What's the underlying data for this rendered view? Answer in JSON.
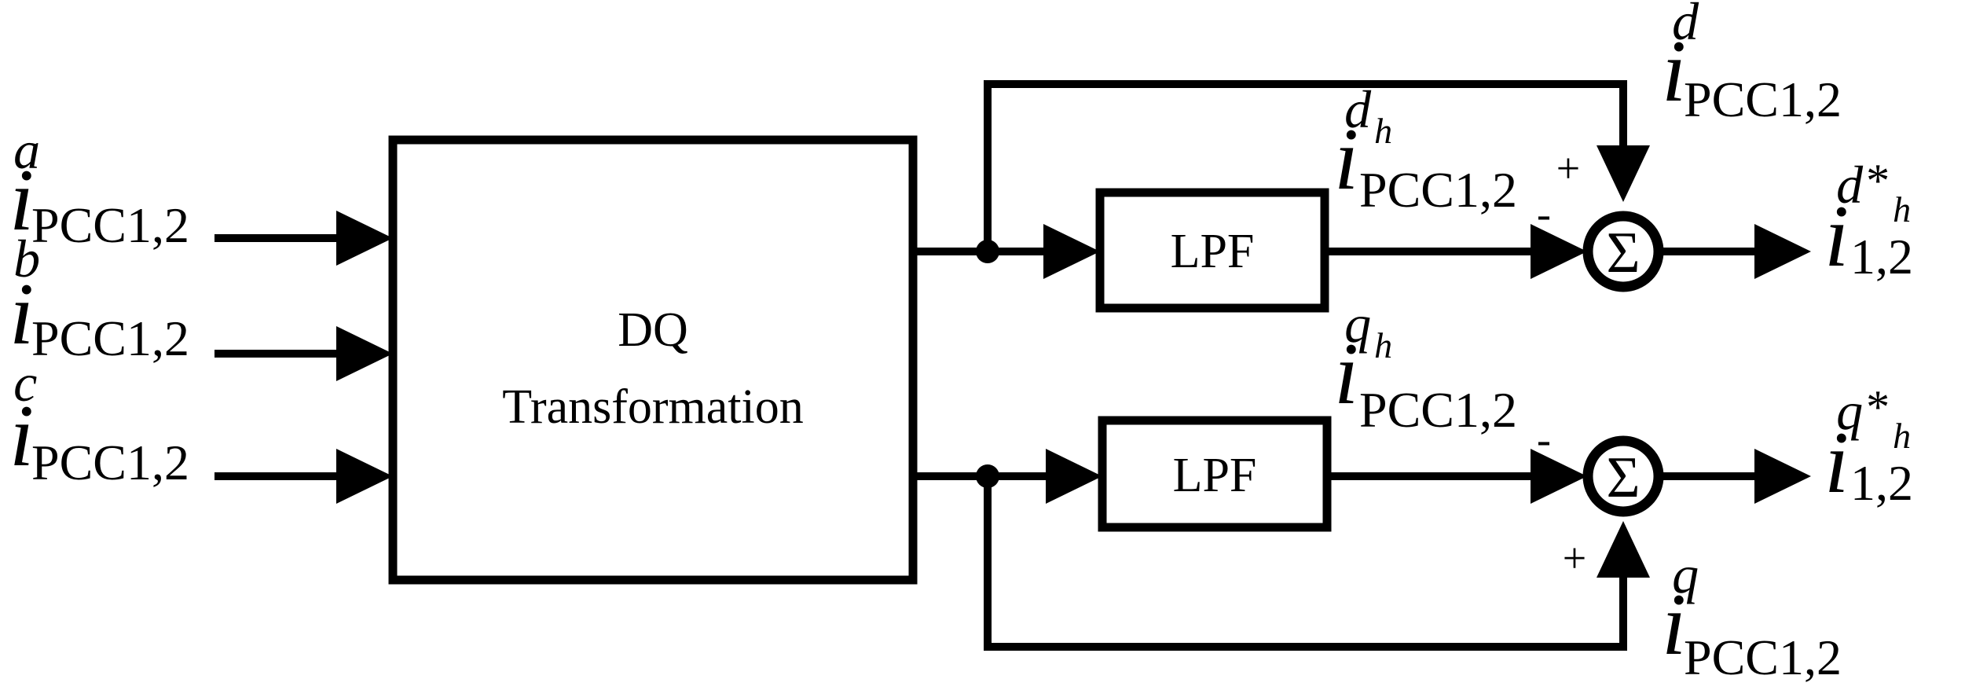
{
  "blocks": {
    "dq_line1": "DQ",
    "dq_line2": "Transformation",
    "lpf_top": "LPF",
    "lpf_bottom": "LPF"
  },
  "sum_symbol": "Σ",
  "signs": {
    "top_plus": "+",
    "top_minus": "-",
    "bottom_minus": "-",
    "bottom_plus": "+"
  },
  "labels": {
    "input_a": {
      "base": "i",
      "sup": "a",
      "sub": "PCC1,2"
    },
    "input_b": {
      "base": "i",
      "sup": "b",
      "sub": "PCC1,2"
    },
    "input_c": {
      "base": "i",
      "sup": "c",
      "sub": "PCC1,2"
    },
    "feed_d": {
      "base": "i",
      "sup": "d",
      "sub": "PCC1,2"
    },
    "lpf_d": {
      "base": "i",
      "sup": "d",
      "supsub": "h",
      "sub": "PCC1,2"
    },
    "lpf_q": {
      "base": "i",
      "sup": "q",
      "supsub": "h",
      "sub": "PCC1,2"
    },
    "feed_q": {
      "base": "i",
      "sup": "q",
      "sub": "PCC1,2"
    },
    "out_d": {
      "base": "i",
      "sup": "d",
      "star": "*",
      "supsub": "h",
      "sub": "1,2"
    },
    "out_q": {
      "base": "i",
      "sup": "q",
      "star": "*",
      "supsub": "h",
      "sub": "1,2"
    }
  }
}
